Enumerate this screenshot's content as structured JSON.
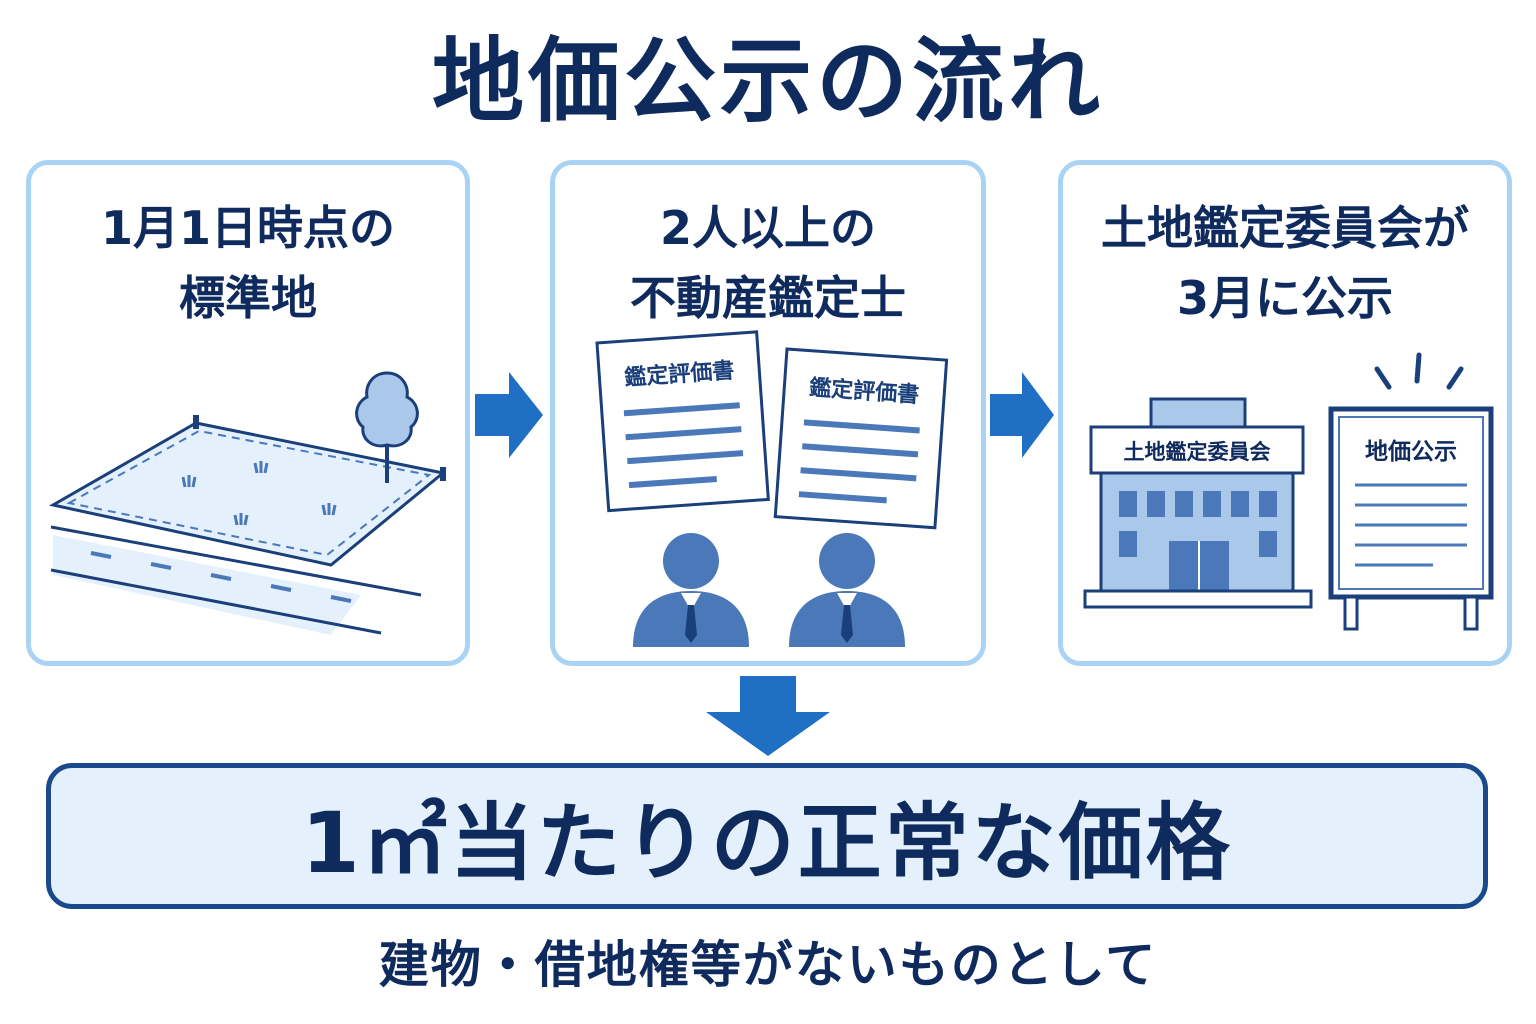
{
  "title": "地価公示の流れ",
  "steps": [
    {
      "heading_line1": "1月1日時点の",
      "heading_line2": "標準地",
      "illustration": "land-plot-with-tree-and-road"
    },
    {
      "heading_line1": "2人以上の",
      "heading_line2": "不動産鑑定士",
      "document_label_1": "鑑定評価書",
      "document_label_2": "鑑定評価書",
      "illustration": "two-appraisers-with-documents"
    },
    {
      "heading_line1": "土地鑑定委員会が",
      "heading_line2": "3月に公示",
      "building_label": "土地鑑定委員会",
      "board_label": "地価公示",
      "illustration": "government-building-and-notice-board"
    }
  ],
  "result": {
    "text": "1㎡当たりの正常な価格"
  },
  "footnote": "建物・借地権等がないものとして",
  "colors": {
    "navy": "#0f2a5c",
    "accent_blue": "#1f6fc4",
    "light_border": "#a9d3f5",
    "illustration_blue": "#4a78b8",
    "result_fill": "#e4f0fb"
  }
}
